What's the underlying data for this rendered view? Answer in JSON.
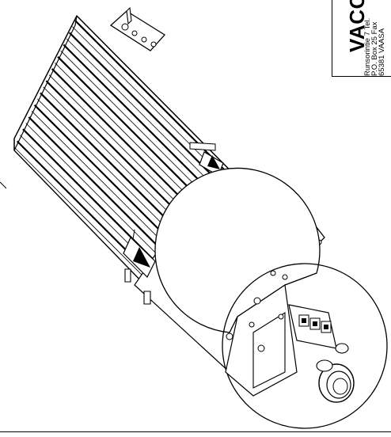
{
  "title_block": {
    "brand": "VACON",
    "address_lines": [
      "Runsorintie 7 Tel.",
      "P.O. Box 25   Fax",
      "65381 VAASA"
    ]
  },
  "colors": {
    "ink": "#000000",
    "paper": "#ffffff"
  },
  "drawing": {
    "icons": [
      "warning-label-icon",
      "warning-label-icon",
      "cable-gland-icon",
      "terminal-block-icon"
    ]
  }
}
